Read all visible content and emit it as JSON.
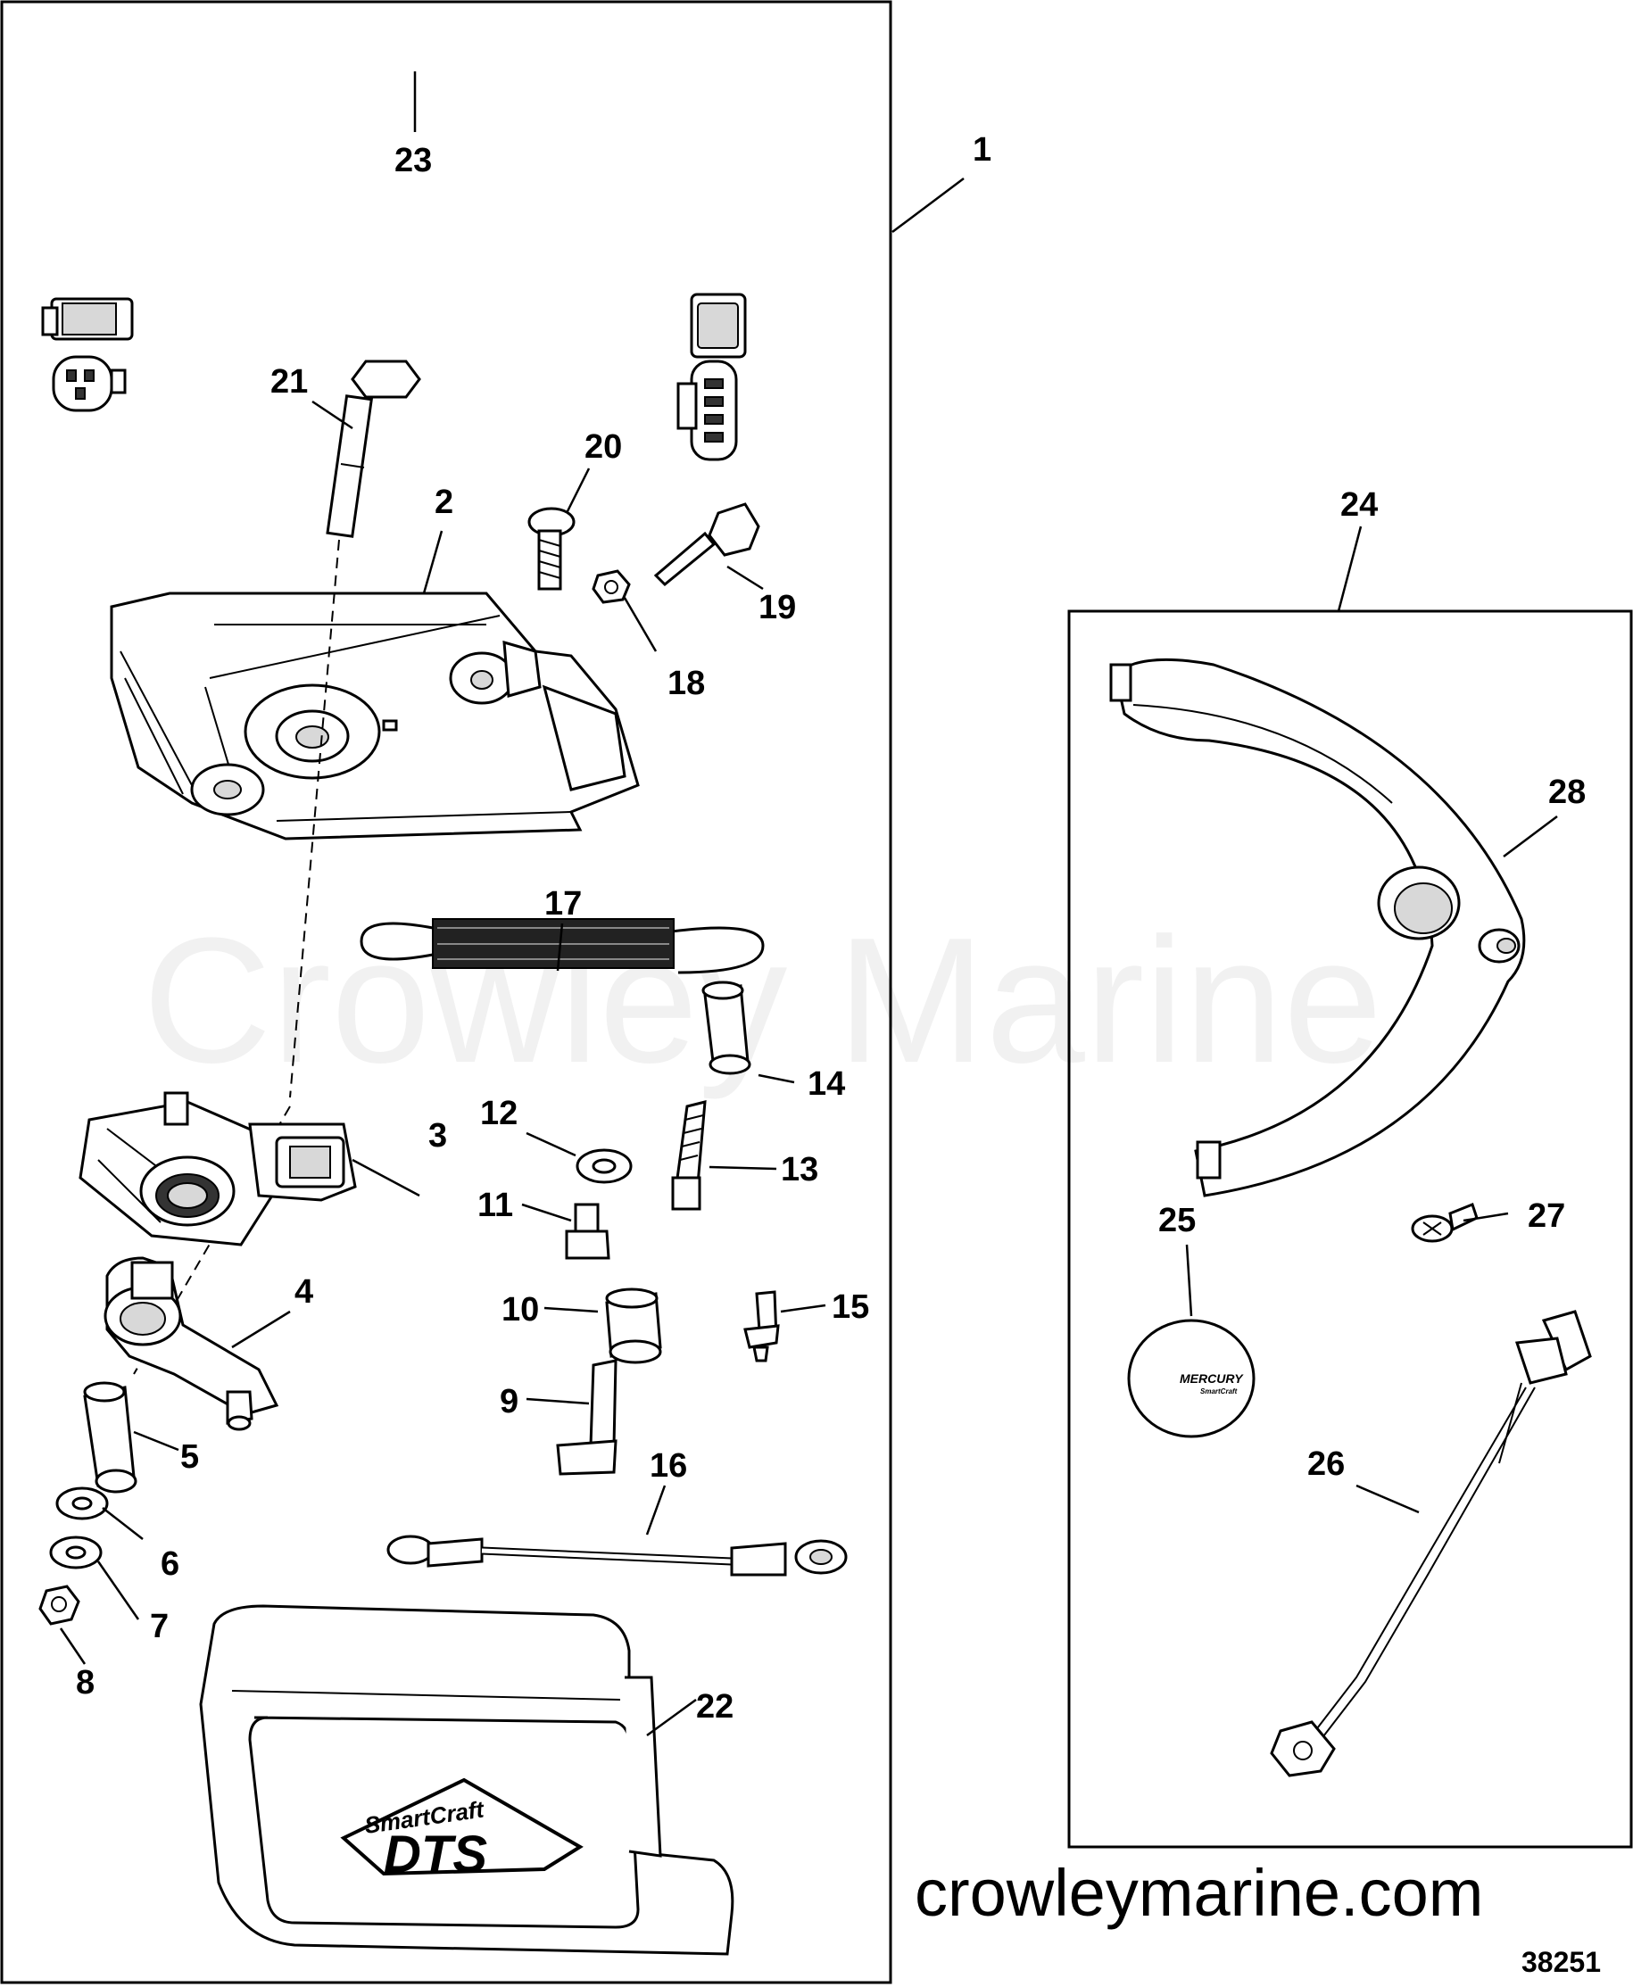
{
  "watermark": "Crowley Marine",
  "site_url": "crowleymarine.com",
  "figure_number": "38251",
  "logos": {
    "dts_brand": "SmartCraft",
    "dts_text": "DTS",
    "mercury_brand": "MERCURY",
    "mercury_sub": "SmartCraft"
  },
  "callouts": [
    {
      "id": "1",
      "label": "1"
    },
    {
      "id": "2",
      "label": "2"
    },
    {
      "id": "3",
      "label": "3"
    },
    {
      "id": "4",
      "label": "4"
    },
    {
      "id": "5",
      "label": "5"
    },
    {
      "id": "6",
      "label": "6"
    },
    {
      "id": "7",
      "label": "7"
    },
    {
      "id": "8",
      "label": "8"
    },
    {
      "id": "9",
      "label": "9"
    },
    {
      "id": "10",
      "label": "10"
    },
    {
      "id": "11",
      "label": "11"
    },
    {
      "id": "12",
      "label": "12"
    },
    {
      "id": "13",
      "label": "13"
    },
    {
      "id": "14",
      "label": "14"
    },
    {
      "id": "15",
      "label": "15"
    },
    {
      "id": "16",
      "label": "16"
    },
    {
      "id": "17",
      "label": "17"
    },
    {
      "id": "18",
      "label": "18"
    },
    {
      "id": "19",
      "label": "19"
    },
    {
      "id": "20",
      "label": "20"
    },
    {
      "id": "21",
      "label": "21"
    },
    {
      "id": "22",
      "label": "22"
    },
    {
      "id": "23",
      "label": "23"
    },
    {
      "id": "24",
      "label": "24"
    },
    {
      "id": "25",
      "label": "25"
    },
    {
      "id": "26",
      "label": "26"
    },
    {
      "id": "27",
      "label": "27"
    },
    {
      "id": "28",
      "label": "28"
    }
  ]
}
